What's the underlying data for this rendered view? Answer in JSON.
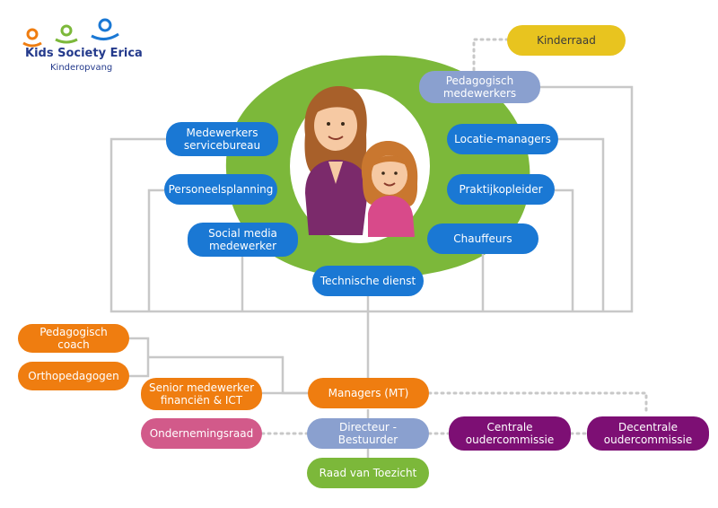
{
  "logo": {
    "title": "Kids Society Erica",
    "subtitle": "Kinderopvang"
  },
  "colors": {
    "blue": "#1a78d4",
    "orange": "#ef7d10",
    "purple": "#7d0f74",
    "pink": "#d25a8a",
    "green": "#7cb83a",
    "gray_blue": "#8aa0cf",
    "yellow": "#e8c41f",
    "connector": "#c8c8c8"
  },
  "nodes": {
    "kinderraad": "Kinderraad",
    "pedagogisch_medewerkers": "Pedagogisch\nmedewerkers",
    "medewerkers_servicebureau": "Medewerkers\nservicebureau",
    "locatie_managers": "Locatie-managers",
    "personeelsplanning": "Personeelsplanning",
    "praktijkopleider": "Praktijkopleider",
    "social_media_medewerker": "Social media\nmedewerker",
    "chauffeurs": "Chauffeurs",
    "technische_dienst": "Technische dienst",
    "pedagogisch_coach": "Pedagogisch coach",
    "orthopedagogen": "Orthopedagogen",
    "senior_medewerker": "Senior medewerker\nfinanciën & ICT",
    "managers_mt": "Managers (MT)",
    "ondernemingsraad": "Ondernemingsraad",
    "directeur_bestuurder": "Directeur - Bestuurder",
    "centrale_oudercommissie": "Centrale\noudercommissie",
    "decentrale_oudercommissie": "Decentrale\noudercommissie",
    "raad_van_toezicht": "Raad van Toezicht"
  }
}
